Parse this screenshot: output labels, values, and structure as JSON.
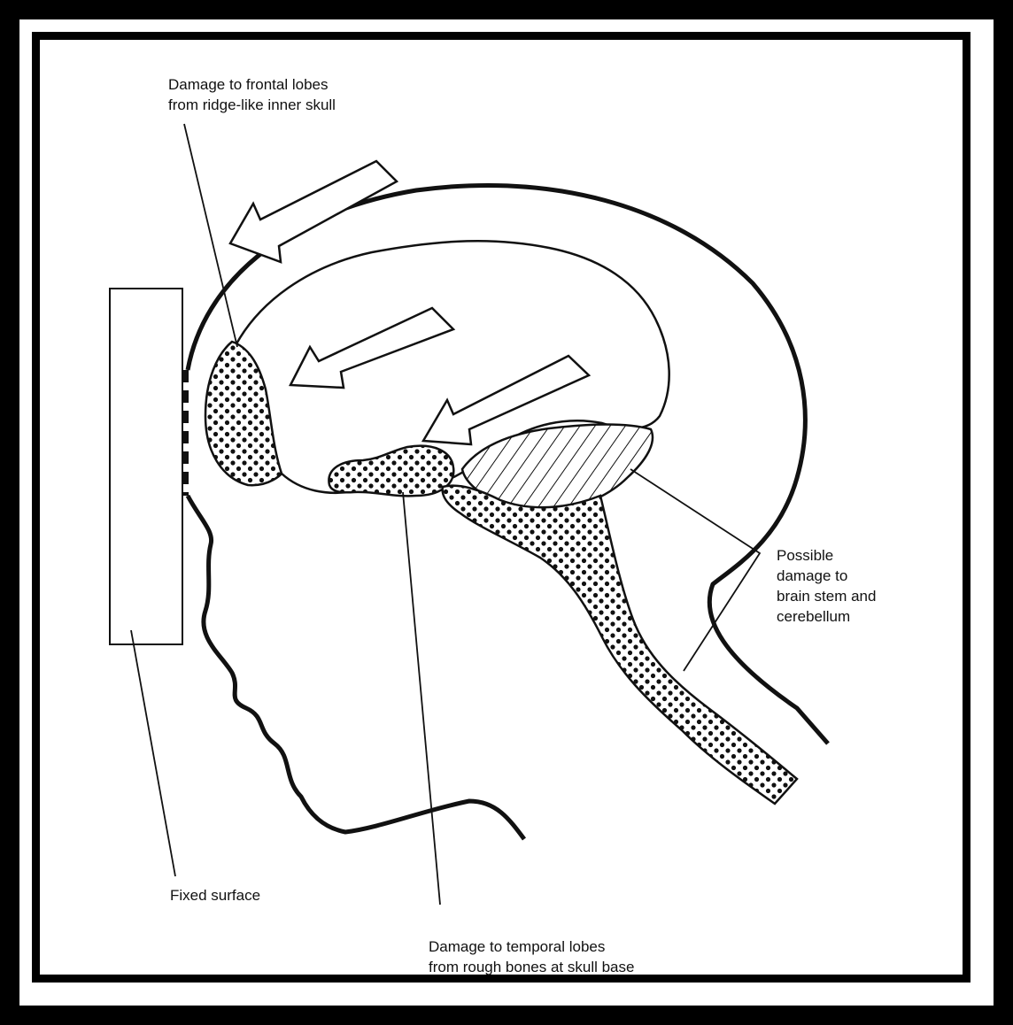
{
  "labels": {
    "frontal": [
      "Damage to frontal lobes",
      "from ridge-like inner skull"
    ],
    "temporal": [
      "Damage to temporal lobes",
      "from rough bones at skull base"
    ],
    "brainstem": [
      "Possible",
      "damage to",
      "brain stem and",
      "cerebellum"
    ],
    "fixed_surface": "Fixed surface"
  },
  "colors": {
    "background": "#000000",
    "paper": "#ffffff",
    "ink": "#111111"
  }
}
